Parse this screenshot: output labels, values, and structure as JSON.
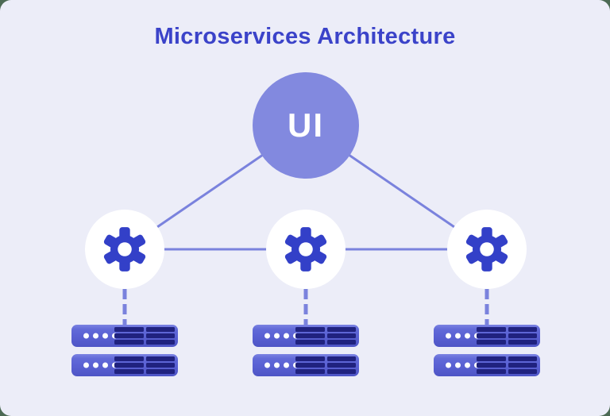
{
  "page": {
    "title": "Microservices Architecture"
  },
  "diagram": {
    "ui_node": {
      "label": "UI"
    },
    "service_nodes": [
      {
        "id": "service-1",
        "icon": "gear-icon"
      },
      {
        "id": "service-2",
        "icon": "gear-icon"
      },
      {
        "id": "service-3",
        "icon": "gear-icon"
      }
    ],
    "datastore_groups": [
      {
        "id": "datastore-1",
        "icon": "server-rack-icon",
        "server_count": 2
      },
      {
        "id": "datastore-2",
        "icon": "server-rack-icon",
        "server_count": 2
      },
      {
        "id": "datastore-3",
        "icon": "server-rack-icon",
        "server_count": 2
      }
    ]
  },
  "colors": {
    "outside": "#4C6A54",
    "canvas_bg": "#ECEDF8",
    "title": "#3B43C9",
    "ui_circle": "#8289DF",
    "ui_text": "#FFFFFF",
    "connector": "#7A82DD",
    "node_bg": "#FFFFFF",
    "gear": "#3340C8",
    "rack_top": "#7B83E2",
    "rack_body": "#5A61D4",
    "rack_bottom": "#4E55C6",
    "rack_slat": "#20227F",
    "rack_dot": "#FFFFFF"
  }
}
